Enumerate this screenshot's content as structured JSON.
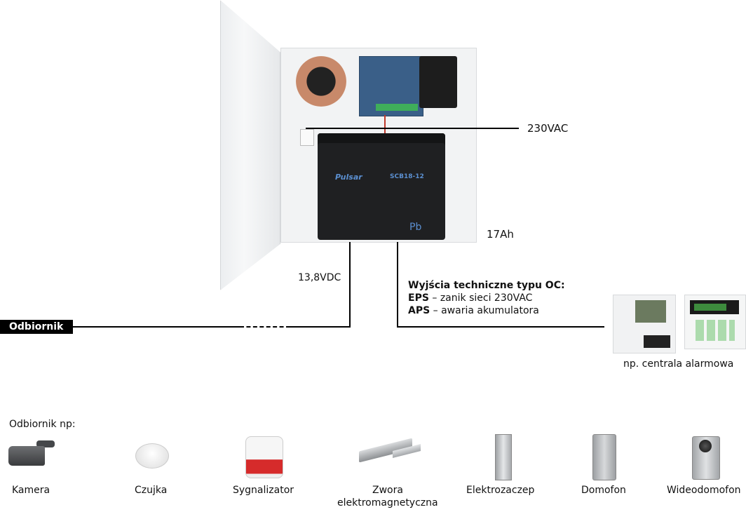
{
  "diagram": {
    "labels": {
      "ac_input": "230VAC",
      "battery_capacity": "17Ah",
      "dc_output": "13,8VDC",
      "receiver_badge": "Odbiornik"
    },
    "battery": {
      "brand": "Pulsar",
      "model": "SCB18-12",
      "marking": "Pb"
    },
    "technical_outputs": {
      "title": "Wyjścia techniczne typu OC:",
      "items": [
        {
          "code": "EPS",
          "separator": "–",
          "description": "zanik sieci 230VAC"
        },
        {
          "code": "APS",
          "separator": "–",
          "description": "awaria akumulatora"
        }
      ]
    },
    "alarm_panel": {
      "caption": "np. centrala alarmowa"
    },
    "receivers": {
      "heading": "Odbiornik np:",
      "items": [
        {
          "label": "Kamera",
          "icon": "camera-icon"
        },
        {
          "label": "Czujka",
          "icon": "smoke-detector-icon"
        },
        {
          "label": "Sygnalizator",
          "icon": "siren-icon"
        },
        {
          "label": "Zwora",
          "label2": "elektromagnetyczna",
          "icon": "magnetic-lock-icon"
        },
        {
          "label": "Elektrozaczep",
          "icon": "electric-strike-icon"
        },
        {
          "label": "Domofon",
          "icon": "intercom-icon"
        },
        {
          "label": "Wideodomofon",
          "icon": "video-intercom-icon"
        }
      ]
    }
  }
}
